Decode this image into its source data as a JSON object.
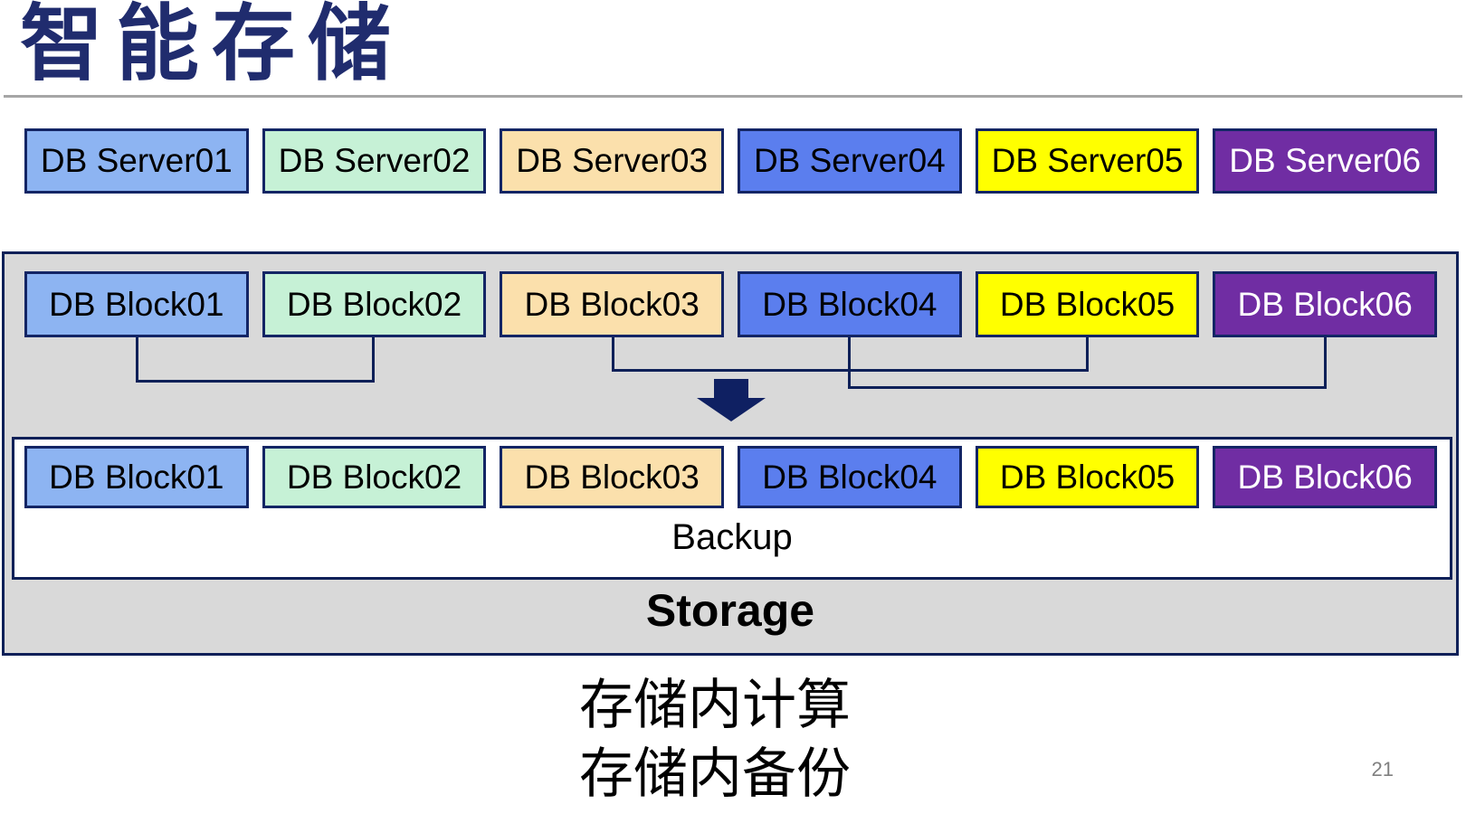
{
  "title": "智能存储",
  "servers": [
    "DB Server01",
    "DB Server02",
    "DB Server03",
    "DB Server04",
    "DB Server05",
    "DB Server06"
  ],
  "blocks_top": [
    "DB Block01",
    "DB Block02",
    "DB Block03",
    "DB Block04",
    "DB Block05",
    "DB Block06"
  ],
  "blocks_backup": [
    "DB Block01",
    "DB Block02",
    "DB Block03",
    "DB Block04",
    "DB Block05",
    "DB Block06"
  ],
  "backup_label": "Backup",
  "storage_label": "Storage",
  "captions": {
    "line1": "存储内计算",
    "line2": "存储内备份"
  },
  "page_number": "21",
  "palette": [
    {
      "fill": "#8DB4F2",
      "text": "#000000"
    },
    {
      "fill": "#C6F1D6",
      "text": "#000000"
    },
    {
      "fill": "#FBE0AC",
      "text": "#000000"
    },
    {
      "fill": "#5B7EEE",
      "text": "#000000"
    },
    {
      "fill": "#FFFF00",
      "text": "#000000"
    },
    {
      "fill": "#702DA3",
      "text": "#FFFFFF"
    }
  ],
  "colors": {
    "title": "#202C6E",
    "underline": "#A6A6A6",
    "connector_line": "#0E2058",
    "box_border": "#132565",
    "container_fill": "#D9D9D9",
    "arrow": "#0F2062",
    "page_number": "#808080"
  }
}
